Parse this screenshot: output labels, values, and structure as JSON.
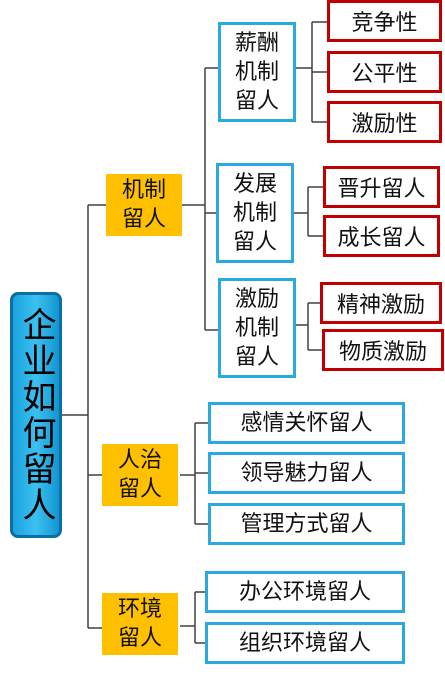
{
  "root": "企业如何留人",
  "branches": {
    "jizhi": "机制\n留人",
    "renzhi": "人治\n留人",
    "huanjing": "环境\n留人"
  },
  "sub": {
    "xinchou": "薪酬\n机制\n留人",
    "fazhan": "发展\n机制\n留人",
    "jili": "激励\n机制\n留人"
  },
  "leaves": {
    "jingzheng": "竞争性",
    "gongping": "公平性",
    "jilixing": "激励性",
    "jinsheng": "晋升留人",
    "chengzhang": "成长留人",
    "jingshen": "精神激励",
    "wuzhi": "物质激励",
    "ganqing": "感情关怀留人",
    "lingdao": "领导魅力留人",
    "guanli": "管理方式留人",
    "bangong": "办公环境留人",
    "zuzhi": "组织环境留人"
  },
  "colors": {
    "root": "#1aa3df",
    "branch": "#ffc000",
    "blue_border": "#29a9e0",
    "red_border": "#c00000",
    "line": "#404040"
  }
}
